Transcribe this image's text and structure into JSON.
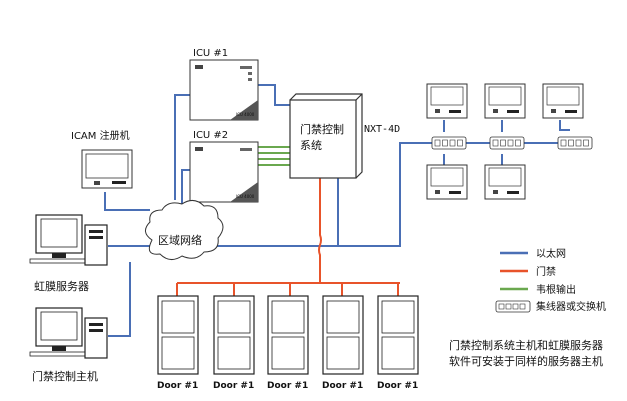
{
  "labels": {
    "icu1": "ICU #1",
    "icu2": "ICU #2",
    "icam": "ICAM 注册机",
    "nxt": "NXT-4D",
    "controller_line1": "门禁控制",
    "controller_line2": "系统",
    "cloud": "区域网络",
    "iris_server": "虹膜服务器",
    "access_host": "门禁控制主机",
    "device_brand": "ICU 4000",
    "door": "Door #1"
  },
  "legend": [
    {
      "label": "以太网",
      "color": "#4a6fb5"
    },
    {
      "label": "门禁",
      "color": "#e8532a"
    },
    {
      "label": "韦根输出",
      "color": "#6aa84f"
    },
    {
      "label": "集线器或交换机",
      "color": "#888888"
    }
  ],
  "note": {
    "line1": "门禁控制系统主机和虹膜服务器",
    "line2": "软件可安装于同样的服务器主机"
  },
  "doors": [
    "Door #1",
    "Door #1",
    "Door #1",
    "Door #1",
    "Door #1"
  ],
  "colors": {
    "ethernet": "#4a6fb5",
    "access": "#e8532a",
    "wiegand": "#6aa84f"
  }
}
